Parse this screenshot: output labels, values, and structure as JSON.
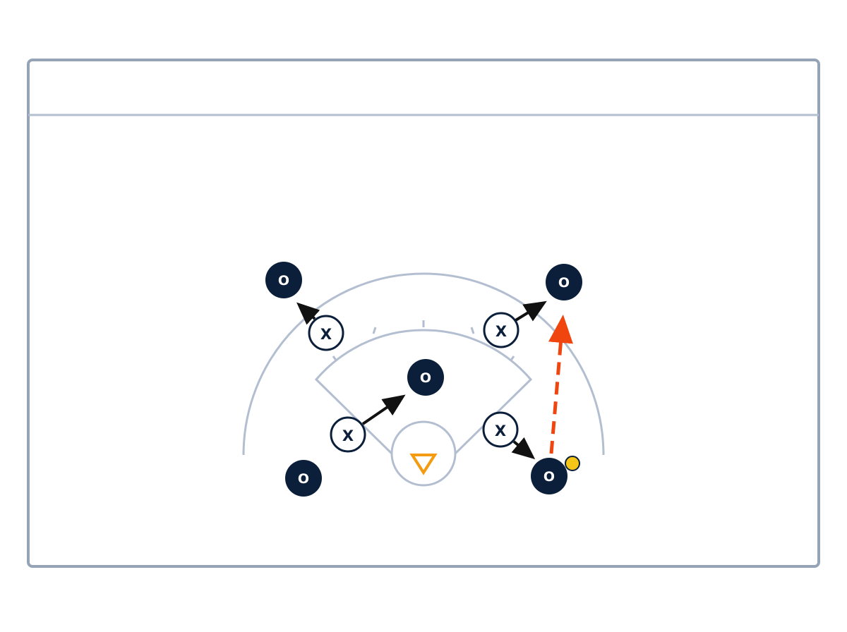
{
  "diagram": {
    "offense_label": "O",
    "defense_label": "X",
    "goalie_symbol": "triangle-down-icon",
    "colors": {
      "field_lines": "#b3bfd0",
      "border": "#94a3b8",
      "offense_fill": "#0b1f3a",
      "offense_text": "#ffffff",
      "defense_stroke": "#0b1f3a",
      "defense_fill": "#ffffff",
      "arrow": "#111111",
      "pass_arrow": "#f0450f",
      "ball": "#f5c518",
      "goalie": "#f39c12"
    }
  },
  "players": {
    "offense": [
      {
        "id": "o1",
        "label": "O"
      },
      {
        "id": "o2",
        "label": "O"
      },
      {
        "id": "o3",
        "label": "O"
      },
      {
        "id": "o4",
        "label": "O"
      },
      {
        "id": "o5",
        "label": "O"
      }
    ],
    "defense": [
      {
        "id": "x1",
        "label": "X"
      },
      {
        "id": "x2",
        "label": "X"
      },
      {
        "id": "x3",
        "label": "X"
      },
      {
        "id": "x4",
        "label": "X"
      }
    ]
  }
}
